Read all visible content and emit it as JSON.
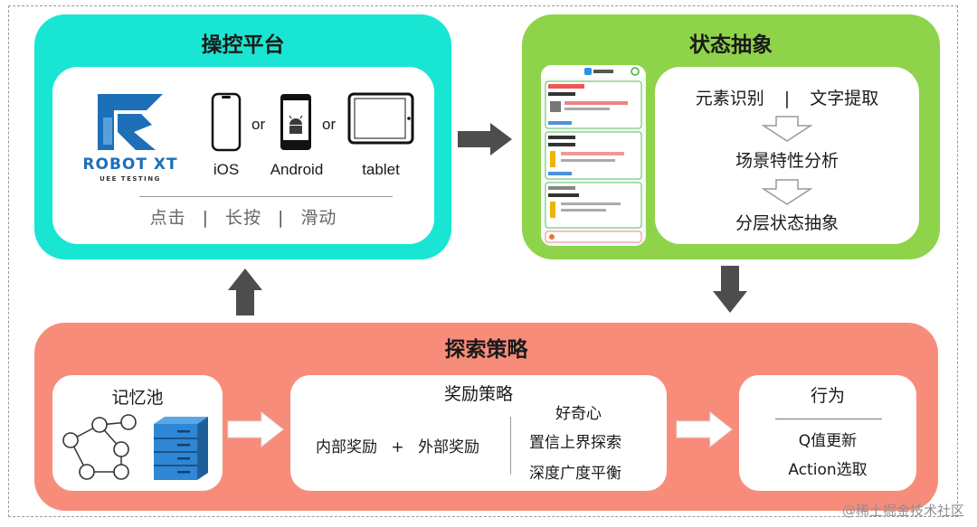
{
  "control_platform": {
    "title": "操控平台",
    "logo_brand": "ROBOT XT",
    "logo_subtitle": "UEE TESTING",
    "devices": [
      {
        "label": "iOS",
        "icon": "phone-icon"
      },
      {
        "label": "Android",
        "icon": "android-phone-icon"
      },
      {
        "label": "tablet",
        "icon": "tablet-icon"
      }
    ],
    "or_label": "or",
    "gestures": [
      "点击",
      "长按",
      "滑动"
    ],
    "separator": "|"
  },
  "state_abstraction": {
    "title": "状态抽象",
    "row1_left": "元素识别",
    "row1_sep": "|",
    "row1_right": "文字提取",
    "step2": "场景特性分析",
    "step3": "分层状态抽象"
  },
  "exploration_strategy": {
    "title": "探索策略",
    "memory_pool": {
      "title": "记忆池"
    },
    "reward_strategy": {
      "title": "奖励策略",
      "formula_left": "内部奖励",
      "formula_op": "+",
      "formula_right": "外部奖励",
      "items": [
        "好奇心",
        "置信上界探索",
        "深度广度平衡"
      ]
    },
    "action": {
      "title": "行为",
      "items": [
        "Q值更新",
        "Action选取"
      ]
    }
  },
  "watermark": "@稀土掘金技术社区",
  "colors": {
    "control_panel": "#19e6d2",
    "state_panel": "#8ed34a",
    "explore_panel": "#f88c7a",
    "logo_blue": "#1d6fb8",
    "arrow_dark": "#4d4d4d"
  }
}
